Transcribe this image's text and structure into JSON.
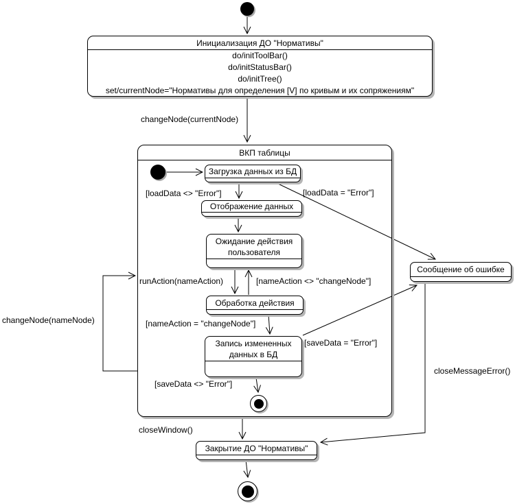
{
  "diagram": {
    "type": "uml-statechart",
    "states": {
      "init": {
        "title": "Инициализация ДО \"Нормативы\"",
        "actions": [
          "do/initToolBar()",
          "do/initStatusBar()",
          "do/initTree()",
          "set/currentNode=\"Нормативы для определения [V] по кривым и их сопряжениям\""
        ]
      },
      "table": {
        "title": "ВКП таблицы"
      },
      "load": {
        "title": "Загрузка данных из БД"
      },
      "display": {
        "title": "Отображение данных"
      },
      "wait": {
        "lines": [
          "Ожидание действия",
          "пользователя"
        ]
      },
      "action": {
        "title": "Обработка действия"
      },
      "save": {
        "lines": [
          "Запись измененных",
          "данных в БД"
        ]
      },
      "error": {
        "title": "Сообщение об ошибке"
      },
      "close": {
        "title": "Закрытие ДО \"Нормативы\""
      }
    },
    "transitions": {
      "change_node_current": "changeNode(currentNode)",
      "load_ok": "[loadData <> \"Error\"]",
      "load_error": "[loadData = \"Error\"]",
      "run_action": "runAction(nameAction)",
      "name_action_neq": "[nameAction <> \"changeNode\"]",
      "name_action_eq": "[nameAction = \"changeNode\"]",
      "save_error": "[saveData = \"Error\"]",
      "save_ok": "[saveData <> \"Error\"]",
      "change_node_name": "changeNode(nameNode)",
      "close_window": "closeWindow()",
      "close_message_error": "closeMessageError()"
    },
    "colors": {
      "line": "#000000",
      "shadow": "#b5b5b5",
      "background": "#ffffff"
    }
  }
}
